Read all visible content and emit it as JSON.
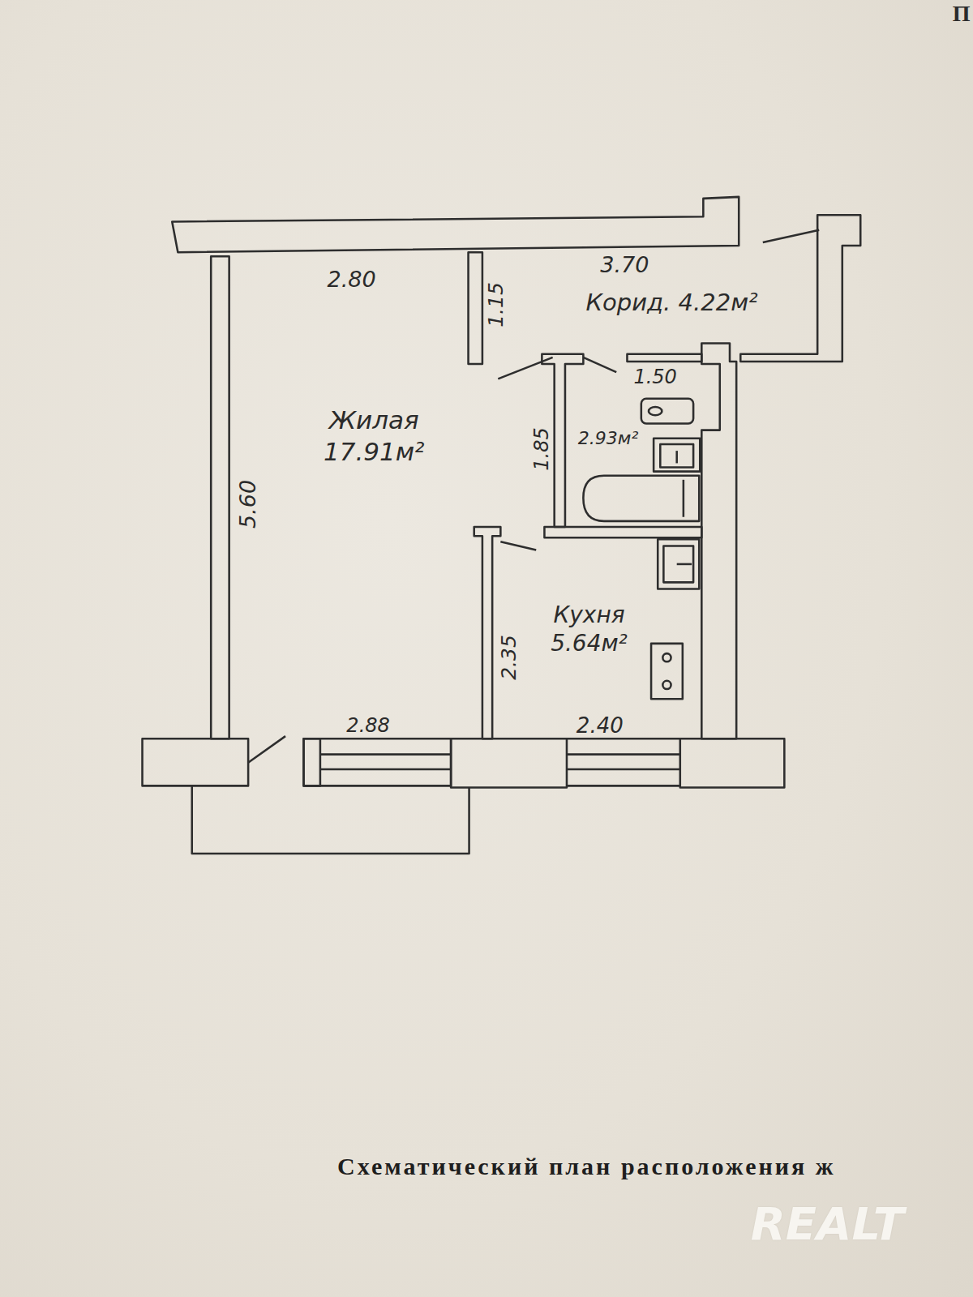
{
  "diagram": {
    "caption": "Схематический план расположения ж",
    "labels": [
      "П",
      "2.80",
      "3.70",
      "1.15",
      "Корид. 4.22м²",
      "1.50",
      "Жилая 17.91м²",
      "1.85",
      "2.93м²",
      "5.60",
      "2.35",
      "Кухня 5.64м²",
      "2.88",
      "2.40",
      "REALT"
    ]
  }
}
